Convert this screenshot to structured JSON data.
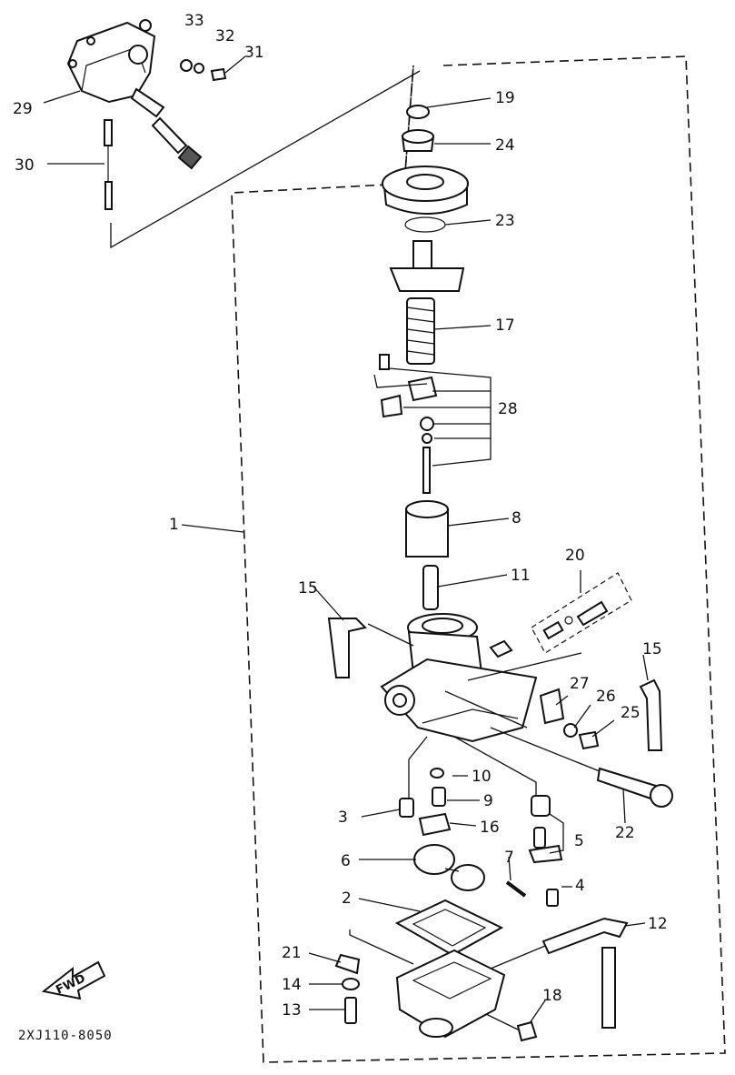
{
  "diagram": {
    "drawing_code": "2XJ110-8050",
    "forward_label": "FWD",
    "callouts": [
      {
        "id": "c1",
        "text": "1"
      },
      {
        "id": "c2",
        "text": "2"
      },
      {
        "id": "c3",
        "text": "3"
      },
      {
        "id": "c4",
        "text": "4"
      },
      {
        "id": "c5",
        "text": "5"
      },
      {
        "id": "c6",
        "text": "6"
      },
      {
        "id": "c7",
        "text": "7"
      },
      {
        "id": "c8",
        "text": "8"
      },
      {
        "id": "c9",
        "text": "9"
      },
      {
        "id": "c10",
        "text": "10"
      },
      {
        "id": "c11",
        "text": "11"
      },
      {
        "id": "c12",
        "text": "12"
      },
      {
        "id": "c13",
        "text": "13"
      },
      {
        "id": "c14",
        "text": "14"
      },
      {
        "id": "c15a",
        "text": "15"
      },
      {
        "id": "c15b",
        "text": "15"
      },
      {
        "id": "c16",
        "text": "16"
      },
      {
        "id": "c17",
        "text": "17"
      },
      {
        "id": "c18",
        "text": "18"
      },
      {
        "id": "c19",
        "text": "19"
      },
      {
        "id": "c20",
        "text": "20"
      },
      {
        "id": "c21",
        "text": "21"
      },
      {
        "id": "c22",
        "text": "22"
      },
      {
        "id": "c23",
        "text": "23"
      },
      {
        "id": "c24",
        "text": "24"
      },
      {
        "id": "c25",
        "text": "25"
      },
      {
        "id": "c26",
        "text": "26"
      },
      {
        "id": "c27",
        "text": "27"
      },
      {
        "id": "c28",
        "text": "28"
      },
      {
        "id": "c29",
        "text": "29"
      },
      {
        "id": "c30",
        "text": "30"
      },
      {
        "id": "c31",
        "text": "31"
      },
      {
        "id": "c32",
        "text": "32"
      },
      {
        "id": "c33",
        "text": "33"
      }
    ]
  }
}
